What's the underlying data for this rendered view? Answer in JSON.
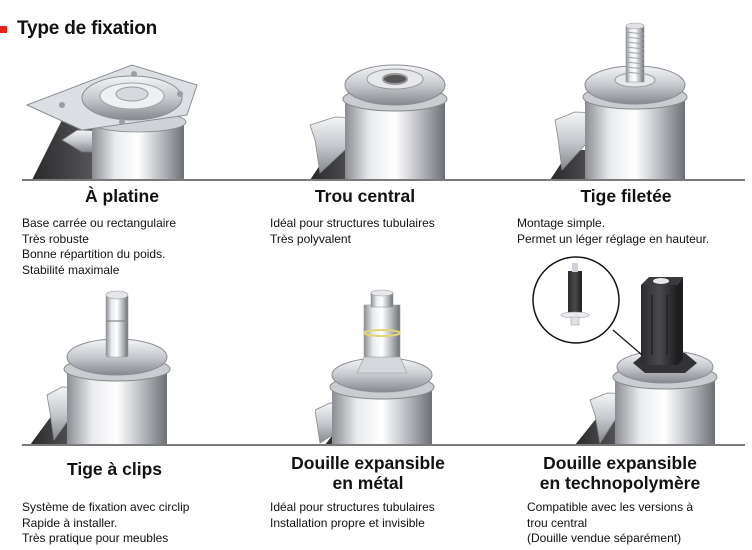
{
  "header": {
    "title": "Type de fixation",
    "marker_color": "#e2231a"
  },
  "items": [
    {
      "id": "platine",
      "title": "À platine",
      "image": "caster-top-plate-icon",
      "lines": [
        "Base carrée ou rectangulaire",
        "Très robuste",
        "Bonne répartition du poids.",
        "Stabilité maximale"
      ]
    },
    {
      "id": "trou-central",
      "title": "Trou central",
      "image": "caster-bolt-hole-icon",
      "lines": [
        "Idéal pour structures tubulaires",
        "Très polyvalent"
      ]
    },
    {
      "id": "tige-filetee",
      "title": "Tige filetée",
      "image": "caster-threaded-stem-icon",
      "lines": [
        "Montage simple.",
        "Permet un léger réglage en hauteur."
      ]
    },
    {
      "id": "tige-clips",
      "title": "Tige à clips",
      "image": "caster-grip-ring-stem-icon",
      "lines": [
        "Système de fixation avec circlip",
        "Rapide à installer.",
        "Très pratique pour meubles"
      ]
    },
    {
      "id": "douille-metal",
      "title_line1": "Douille expansible",
      "title_line2": "en métal",
      "image": "caster-metal-expanding-adapter-icon",
      "lines": [
        "Idéal pour structures tubulaires",
        "Installation propre et invisible"
      ]
    },
    {
      "id": "douille-techno",
      "title_line1": "Douille expansible",
      "title_line2": "en technopolymère",
      "image": "caster-polymer-expanding-adapter-icon",
      "lines": [
        "Compatible avec les versions à",
        "trou central",
        "(Douille vendue séparément)"
      ]
    }
  ]
}
